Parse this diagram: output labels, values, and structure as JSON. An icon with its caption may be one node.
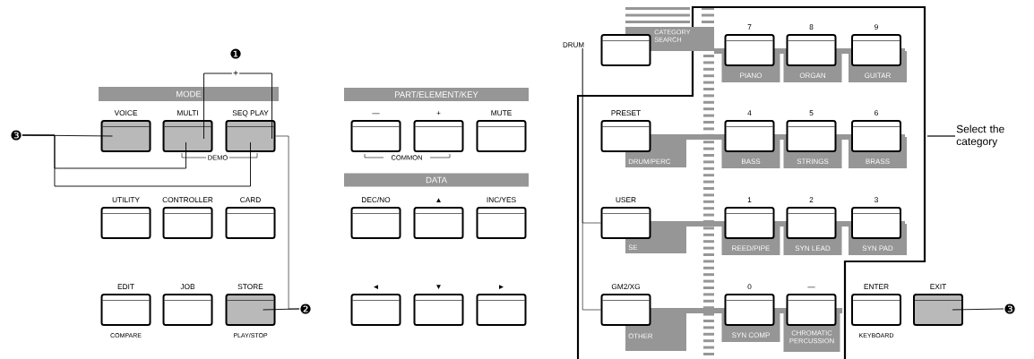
{
  "diagram": {
    "nodes": [
      {
        "text": [
          "❶"
        ]
      },
      {
        "text": [
          "+"
        ]
      },
      {
        "text": [
          "MODE"
        ]
      },
      {
        "text": [
          "VOICE"
        ]
      },
      {
        "text": [
          "MULTI"
        ]
      },
      {
        "text": [
          "SEQ PLAY"
        ]
      },
      {
        "text": [
          "❸"
        ]
      },
      {
        "text": [
          "UTILITY"
        ]
      },
      {
        "text": [
          "CONTROLLER"
        ]
      },
      {
        "text": [
          "CARD"
        ]
      },
      {
        "text": [
          "EDIT"
        ],
        "beside": [
          "COMPARE"
        ]
      },
      {
        "text": [
          "JOB"
        ]
      },
      {
        "text": [
          "STORE"
        ],
        "beside": [
          "PLAY/STOP"
        ]
      },
      {
        "text": [
          "❷"
        ]
      },
      {
        "text": [
          "PART/ELEMENT/KEY"
        ]
      },
      {
        "text": [
          "—"
        ]
      },
      {
        "text": [
          "+"
        ]
      },
      {
        "text": [
          "MUTE"
        ]
      },
      {
        "text": [
          "DATA"
        ]
      },
      {
        "text": [
          "DEC/NO"
        ]
      },
      {
        "text": [
          "▲"
        ]
      },
      {
        "text": [
          "INC/YES"
        ]
      },
      {
        "text": [
          "◄"
        ]
      },
      {
        "text": [
          "▼"
        ]
      },
      {
        "text": [
          "►"
        ]
      },
      {
        "text": [
          "DRUM"
        ]
      },
      {
        "text": [],
        "shape": "box"
      },
      {
        "text": [
          "CATEGORY SEARCH"
        ]
      },
      {
        "text": [
          "7"
        ]
      },
      {
        "text": [
          "PIANO"
        ]
      },
      {
        "text": [
          "8"
        ]
      },
      {
        "text": [
          "ORGAN"
        ]
      },
      {
        "text": [
          "9"
        ]
      },
      {
        "text": [
          "GUITAR"
        ]
      },
      {
        "text": [
          "PRESET"
        ]
      },
      {
        "text": [
          "DRUM/PERC"
        ]
      },
      {
        "text": [
          "4"
        ]
      },
      {
        "text": [
          "BASS"
        ]
      },
      {
        "text": [
          "5"
        ]
      },
      {
        "text": [
          "STRINGS"
        ]
      },
      {
        "text": [
          "6"
        ]
      },
      {
        "text": [
          "BRASS"
        ]
      },
      {
        "text": [
          "Select the category"
        ]
      },
      {
        "text": [
          "USER"
        ]
      },
      {
        "text": [
          "SE"
        ]
      },
      {
        "text": [
          "1"
        ]
      },
      {
        "text": [
          "REED/PIPE"
        ]
      },
      {
        "text": [
          "2"
        ]
      },
      {
        "text": [
          "SYN LEAD"
        ]
      },
      {
        "text": [
          "3"
        ]
      },
      {
        "text": [
          "SYN PAD"
        ]
      },
      {
        "text": [
          "GM2/XG"
        ]
      },
      {
        "text": [
          "OTHER"
        ]
      },
      {
        "text": [
          "0"
        ]
      },
      {
        "text": [
          "SYN COMP"
        ]
      },
      {
        "text": [
          "—"
        ]
      },
      {
        "text": [
          "CHROMATIC PERCUSSION"
        ]
      },
      {
        "text": [
          "ENTER"
        ],
        "beside": [
          "KEYBOARD"
        ]
      },
      {
        "text": [
          "EXIT"
        ]
      },
      {
        "text": [
          "❸"
        ]
      }
    ],
    "edges": [
      {
        "from": 1,
        "to": 4,
        "arrow": "none"
      },
      {
        "from": 1,
        "to": 5,
        "arrow": "none"
      },
      {
        "from": 6,
        "to": 3,
        "arrow": "none"
      },
      {
        "from": 6,
        "to": 4,
        "arrow": "none"
      },
      {
        "from": 6,
        "to": 5,
        "arrow": "none"
      },
      {
        "from": 13,
        "to": 12,
        "arrow": "none"
      },
      {
        "from": 13,
        "to": 5,
        "arrow": "none"
      },
      {
        "from": 25,
        "to": 43,
        "arrow": "none"
      },
      {
        "from": 25,
        "to": 51,
        "arrow": "none"
      },
      {
        "from": 42,
        "to": null,
        "arrow": "none"
      },
      {
        "from": 59,
        "to": 58,
        "arrow": "none"
      }
    ],
    "labels": [
      "DEMO",
      "COMMON"
    ]
  }
}
